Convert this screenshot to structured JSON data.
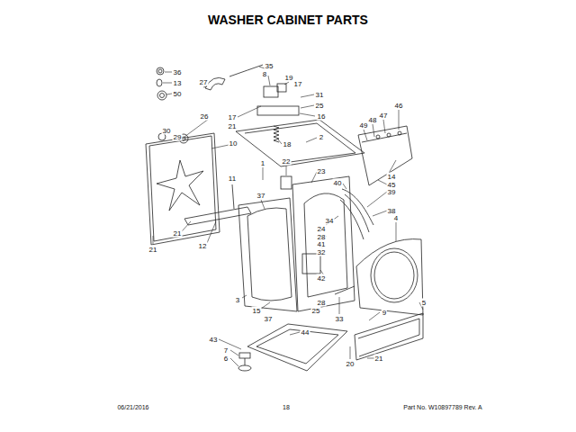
{
  "diagram": {
    "title": "WASHER CABINET PARTS",
    "labels": [
      "36",
      "13",
      "50",
      "27",
      "35",
      "8",
      "19",
      "17",
      "31",
      "25",
      "16",
      "26",
      "17",
      "21",
      "30",
      "29",
      "10",
      "18",
      "2",
      "22",
      "1",
      "23",
      "40",
      "11",
      "37",
      "34",
      "24",
      "28",
      "41",
      "32",
      "42",
      "28",
      "25",
      "21",
      "21",
      "12",
      "3",
      "15",
      "37",
      "33",
      "44",
      "43",
      "7",
      "6",
      "20",
      "21",
      "9",
      "5",
      "4",
      "38",
      "39",
      "45",
      "14",
      "46",
      "49",
      "48",
      "47",
      "06/21/2016",
      "18",
      "Part No. W10897789 Rev. A"
    ]
  }
}
